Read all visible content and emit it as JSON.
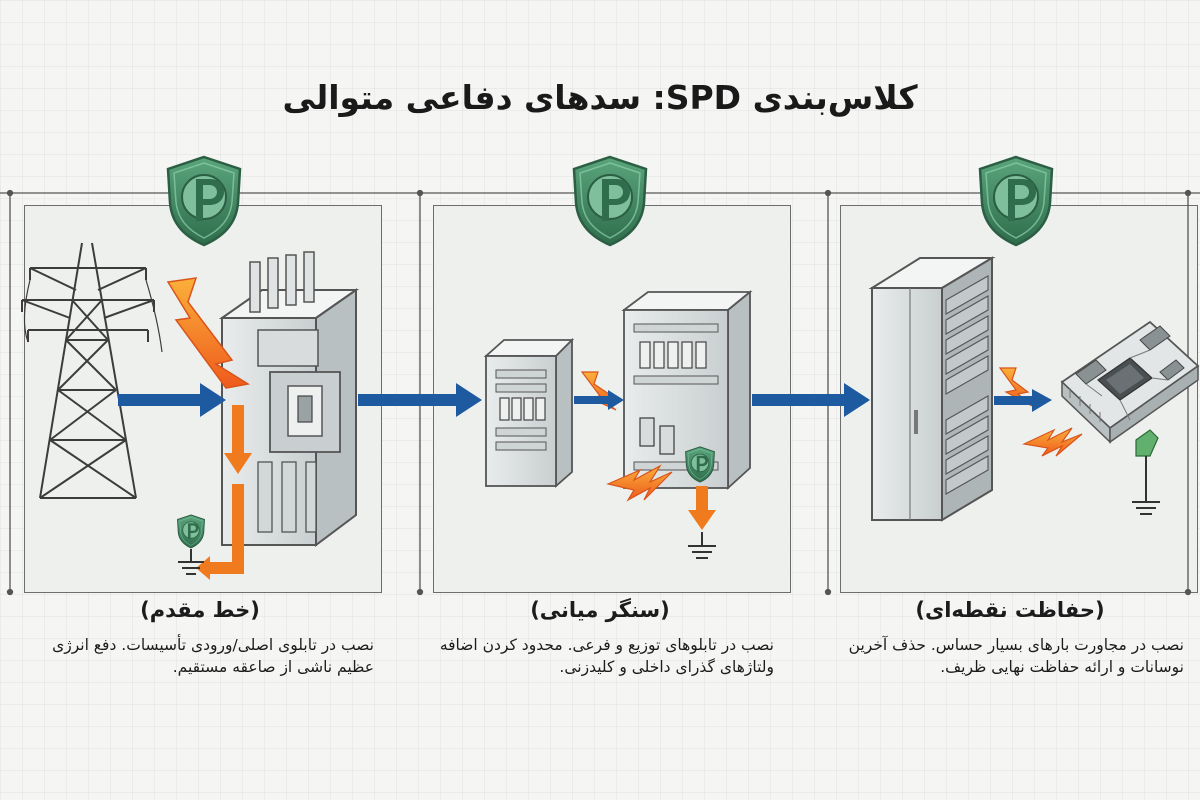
{
  "title": "کلاس‌بندی SPD: سدهای دفاعی متوالی",
  "stages": [
    {
      "title": "(خط مقدم)",
      "desc": "نصب در تابلوی اصلی/ورودی تأسیسات. دفع انرژی عظیم ناشی از صاعقه مستقیم."
    },
    {
      "title": "(سنگر میانی)",
      "desc": "نصب در تابلوهای توزیع و فرعی. محدود کردن اضافه ولتاژهای گذرای داخلی و کلیدزنی."
    },
    {
      "title": "(حفاظت نقطه‌ای)",
      "desc": "نصب در مجاورت بارهای بسیار حساس. حذف آخرین نوسانات و ارائه حفاظت نهایی ظریف."
    }
  ],
  "shield_letter": "P",
  "colors": {
    "flow_arrow": "#1e5aa0",
    "surge": "#f07a1e",
    "shield": "#3f8a62",
    "line": "#555555"
  }
}
